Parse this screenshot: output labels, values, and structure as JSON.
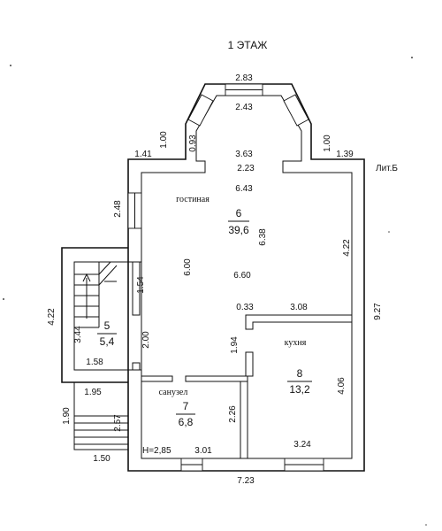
{
  "title": "1 ЭТАЖ",
  "building_label": "Лит.Б",
  "ceiling_height": "H=2,85",
  "rooms": [
    {
      "id": "6",
      "name": "гостиная",
      "number": "6",
      "area": "39,6"
    },
    {
      "id": "5",
      "name": "",
      "number": "5",
      "area": "5,4"
    },
    {
      "id": "7",
      "name": "санузел",
      "number": "7",
      "area": "6,8"
    },
    {
      "id": "8",
      "name": "кухня",
      "number": "8",
      "area": "13,2"
    }
  ],
  "dimensions": [
    {
      "id": "bay-outer-top",
      "value": "2.83"
    },
    {
      "id": "bay-inner-top",
      "value": "2.43"
    },
    {
      "id": "bay-left-side",
      "value": "1.00"
    },
    {
      "id": "bay-left-inner",
      "value": "0.93"
    },
    {
      "id": "bay-right-side",
      "value": "1.00"
    },
    {
      "id": "top-left-ledge",
      "value": "1.41"
    },
    {
      "id": "top-right-ledge",
      "value": "1.39"
    },
    {
      "id": "bay-width",
      "value": "3.63"
    },
    {
      "id": "bay-opening",
      "value": "2.23"
    },
    {
      "id": "living-width-top",
      "value": "6.43"
    },
    {
      "id": "living-depth-right",
      "value": "6.38"
    },
    {
      "id": "left-window-wall",
      "value": "2.48"
    },
    {
      "id": "living-depth-left",
      "value": "6.00"
    },
    {
      "id": "living-width-mid",
      "value": "6.60"
    },
    {
      "id": "right-wall-upper",
      "value": "4.22"
    },
    {
      "id": "right-wall-total",
      "value": "9.27"
    },
    {
      "id": "stair-partition",
      "value": "1.54"
    },
    {
      "id": "kitchen-notch",
      "value": "0.33"
    },
    {
      "id": "kitchen-top",
      "value": "3.08"
    },
    {
      "id": "left-wing-total",
      "value": "4.22"
    },
    {
      "id": "stair-room-depth",
      "value": "3.44"
    },
    {
      "id": "corridor-depth",
      "value": "2.00"
    },
    {
      "id": "kitchen-left-wall",
      "value": "1.94"
    },
    {
      "id": "stair-room-width",
      "value": "1.58"
    },
    {
      "id": "porch-width",
      "value": "1.95"
    },
    {
      "id": "kitchen-depth",
      "value": "4.06"
    },
    {
      "id": "porch-depth",
      "value": "1.90"
    },
    {
      "id": "porch-steps",
      "value": "2.57"
    },
    {
      "id": "bath-depth",
      "value": "2.26"
    },
    {
      "id": "bath-width",
      "value": "3.01"
    },
    {
      "id": "kitchen-width",
      "value": "3.24"
    },
    {
      "id": "porch-bottom",
      "value": "1.50"
    },
    {
      "id": "total-width",
      "value": "7.23"
    }
  ]
}
